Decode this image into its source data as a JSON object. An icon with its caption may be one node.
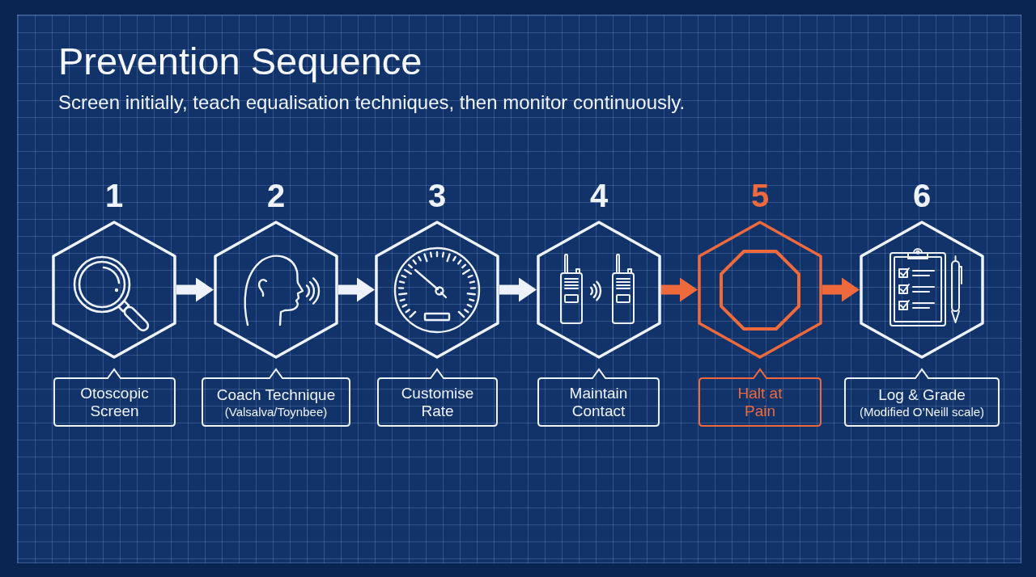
{
  "diagram": {
    "title": "Prevention Sequence",
    "caption": "Screen initially, teach equalisation techniques, then monitor continuously.",
    "nodes": [
      {
        "text": [
          "1"
        ]
      },
      {
        "text": [
          "Otoscopic Screen"
        ]
      },
      {
        "text": [
          "2"
        ]
      },
      {
        "text": [
          "Coach Technique",
          "(Valsalva/Toynbee)"
        ]
      },
      {
        "text": [
          "3"
        ]
      },
      {
        "text": [
          "Customise Rate"
        ]
      },
      {
        "text": [
          "4"
        ]
      },
      {
        "text": [
          "Maintain Contact"
        ]
      },
      {
        "text": [
          "5"
        ]
      },
      {
        "text": [
          "Halt at Pain"
        ]
      },
      {
        "text": [
          "6"
        ]
      },
      {
        "text": [
          "Log & Grade",
          "(Modified O’Neill scale)"
        ]
      }
    ],
    "edges": [
      {
        "from": 0,
        "to": 2,
        "arrow": "to"
      },
      {
        "from": 2,
        "to": 4,
        "arrow": "to"
      },
      {
        "from": 4,
        "to": 6,
        "arrow": "to"
      },
      {
        "from": 6,
        "to": 8,
        "arrow": "to",
        "color": "#ee6a3c"
      },
      {
        "from": 8,
        "to": 10,
        "arrow": "to",
        "color": "#ee6a3c"
      }
    ]
  }
}
